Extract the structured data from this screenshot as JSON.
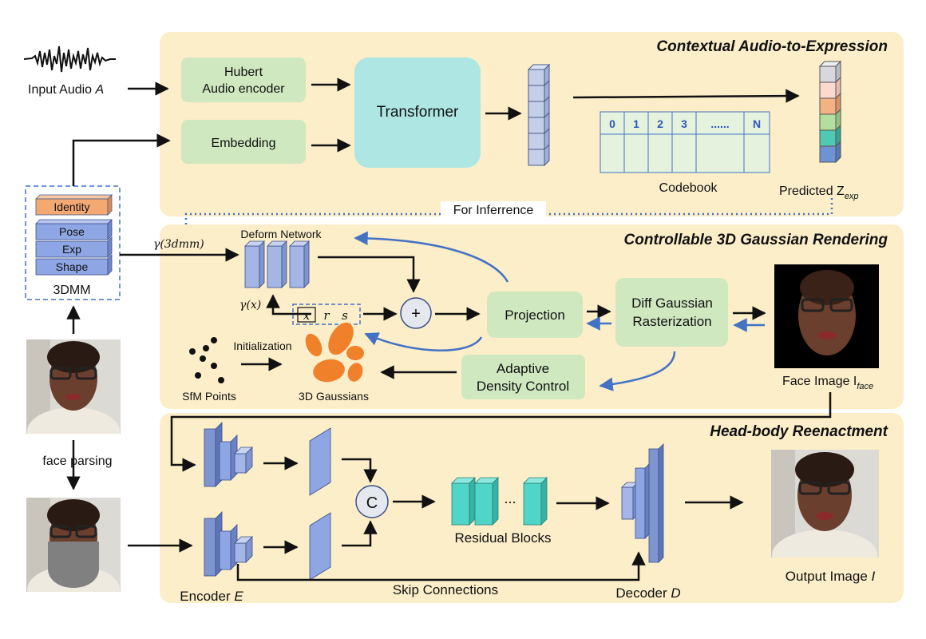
{
  "sections": {
    "audio_to_expression": "Contextual Audio-to-Expression",
    "rendering": "Controllable 3D Gaussian Rendering",
    "reenactment": "Head-body Reenactment"
  },
  "inputs": {
    "audio_label": "Input Audio ",
    "audio_symbol": "A"
  },
  "audio_branch": {
    "hubert_line1": "Hubert",
    "hubert_line2": "Audio encoder",
    "embedding": "Embedding",
    "transformer": "Transformer",
    "codebook_label": "Codebook",
    "codebook_cells": [
      "0",
      "1",
      "2",
      "3",
      "......",
      "N"
    ],
    "predicted_label": "Predicted Z",
    "predicted_sub": "exp",
    "inference_label": "For Inferrence"
  },
  "tdmm": {
    "caption": "3DMM",
    "layers": [
      "Identity",
      "Pose",
      "Exp",
      "Shape"
    ]
  },
  "rendering": {
    "gamma_3dmm": "γ(3dmm)",
    "gamma_x": "γ(x)",
    "deform_network": "Deform Network",
    "attrs": [
      "x",
      "r",
      "s"
    ],
    "plus": "+",
    "projection": "Projection",
    "rasterization_line1": "Diff Gaussian",
    "rasterization_line2": "Rasterization",
    "adaptive_line1": "Adaptive",
    "adaptive_line2": "Density Control",
    "initialization": "Initialization",
    "sfm_points": "SfM Points",
    "gaussians": "3D Gaussians",
    "face_image_label": "Face Image I",
    "face_image_sub": "face"
  },
  "reenactment": {
    "face_parsing": "face parsing",
    "concat": "C",
    "dots": "...",
    "residual_blocks": "Residual Blocks",
    "skip_connections": "Skip Connections",
    "encoder_label": "Encoder ",
    "encoder_symbol": "E",
    "decoder_label": "Decoder ",
    "decoder_symbol": "D",
    "output_label": "Output Image ",
    "output_symbol": "I"
  },
  "colors": {
    "panel": "#fbeec9",
    "green_box": "#cfe8c0",
    "transformer": "#aee6e3",
    "cube_blue": "#a4b6e6",
    "cube_teal": "#4fd6c9",
    "identity_orange": "#f4a872",
    "curve_blue": "#4472c4",
    "codebook_text": "#2e57b8"
  },
  "latent_colors": [
    "#d6d8de",
    "#fbd9cf",
    "#f4b183",
    "#b2dfa0",
    "#4fc8b4",
    "#6e93d4"
  ],
  "icon_names": [
    "waveform-icon",
    "person-photo-icon",
    "masked-person-photo-icon",
    "gaussian-ellipses-icon",
    "sfm-points-icon"
  ]
}
